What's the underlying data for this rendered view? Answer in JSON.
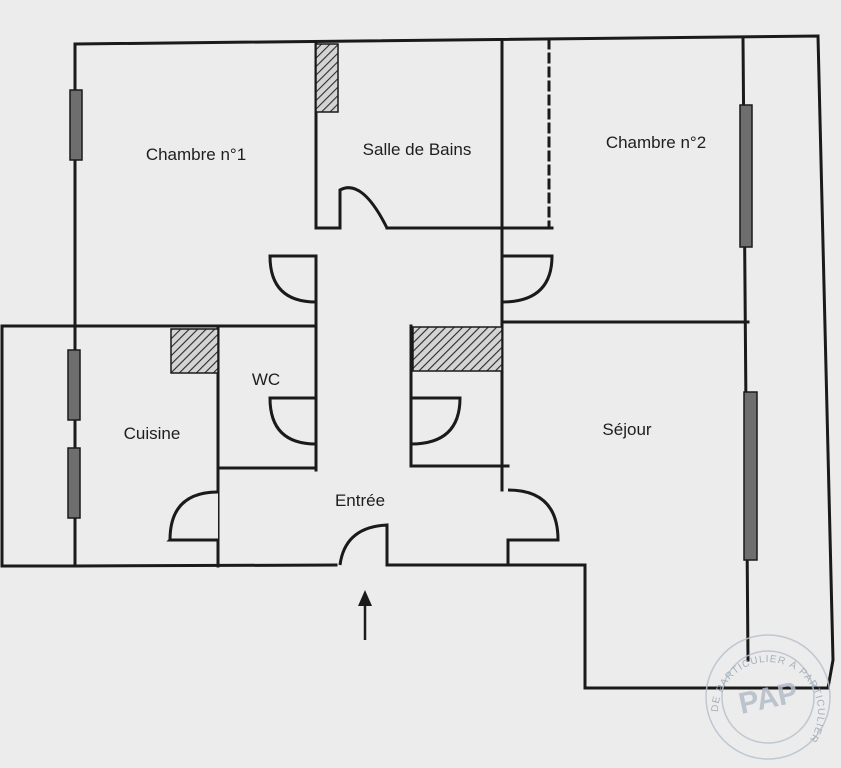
{
  "plan": {
    "rooms": {
      "chambre1": "Chambre n°1",
      "salle_de_bains": "Salle de Bains",
      "chambre2": "Chambre n°2",
      "wc": "WC",
      "cuisine": "Cuisine",
      "sejour": "Séjour",
      "entree": "Entrée"
    },
    "colors": {
      "paper": "#ececec",
      "wall": "#1a1a1a",
      "window": "#6e6e6e",
      "stamp": "#9aa6b4"
    }
  },
  "stamp": {
    "ring_text": "DE PARTICULIER À PARTICULIER",
    "logo": "PAP"
  }
}
